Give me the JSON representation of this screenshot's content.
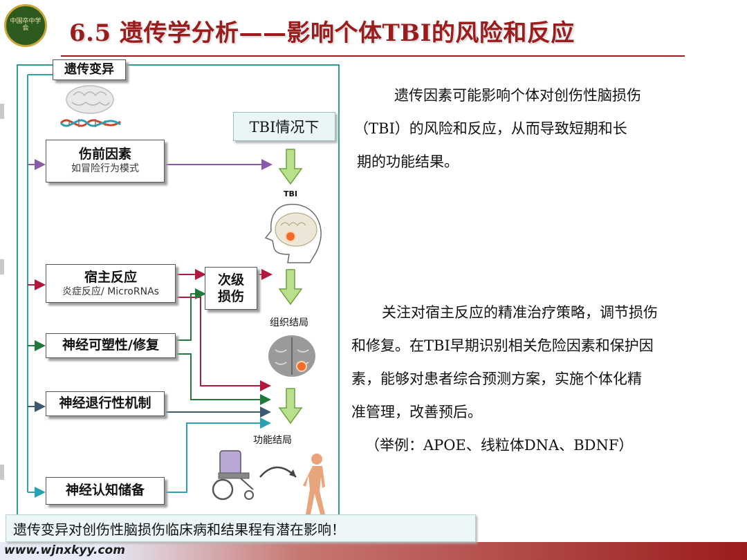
{
  "header": {
    "logo_text": "中国卒中学会",
    "title": "6.5 遗传学分析——影响个体TBI的风险和反应"
  },
  "diagram": {
    "genetic_variation_label": "遗传变异",
    "tbi_condition_label": "TBI情况下",
    "tbi_small_label": "TBI",
    "preinjury": {
      "title": "伤前因素",
      "subtitle": "如冒险行为模式"
    },
    "host_response": {
      "title": "宿主反应",
      "subtitle": "炎症反应/ MicroRNAs"
    },
    "secondary_injury": {
      "line1": "次级",
      "line2": "损伤"
    },
    "tissue_outcome_label": "组织结局",
    "plasticity": {
      "title": "神经可塑性/修复"
    },
    "degeneration": {
      "title": "神经退行性机制"
    },
    "functional_outcome_label": "功能结局",
    "cognitive_reserve": {
      "title": "神经认知储备"
    },
    "colors": {
      "frame": "#2e9e8a",
      "purple": "#8b5aa8",
      "crimson": "#b0183d",
      "green": "#1f7a3a",
      "slate": "#3e5a73",
      "teal": "#2aa1b0",
      "down_arrow": "#9ecf6a"
    },
    "icons": [
      "brain-dna-icon",
      "head-profile-icon",
      "brain-section-icon",
      "wheelchair-icon",
      "walking-person-icon"
    ]
  },
  "text_panel": {
    "para1_lines": [
      "遗传因素可能影响个体对创伤性脑损伤",
      "（TBI）的风险和反应，从而导致短期和长",
      "期的功能结果。"
    ],
    "para2_lines": [
      "关注对宿主反应的精准治疗策略，调节损伤",
      "和修复。在TBI早期识别相关危险因素和保护因",
      "素，能够对患者综合预测方案，实施个体化精",
      "准管理，改善预后。"
    ],
    "example": "（举例：APOE、线粒体DNA、BDNF）"
  },
  "footer": {
    "note": "遗传变异对创伤性脑损伤临床病和结果程有潜在影响！",
    "url": "www.wjnxkyy.com"
  }
}
